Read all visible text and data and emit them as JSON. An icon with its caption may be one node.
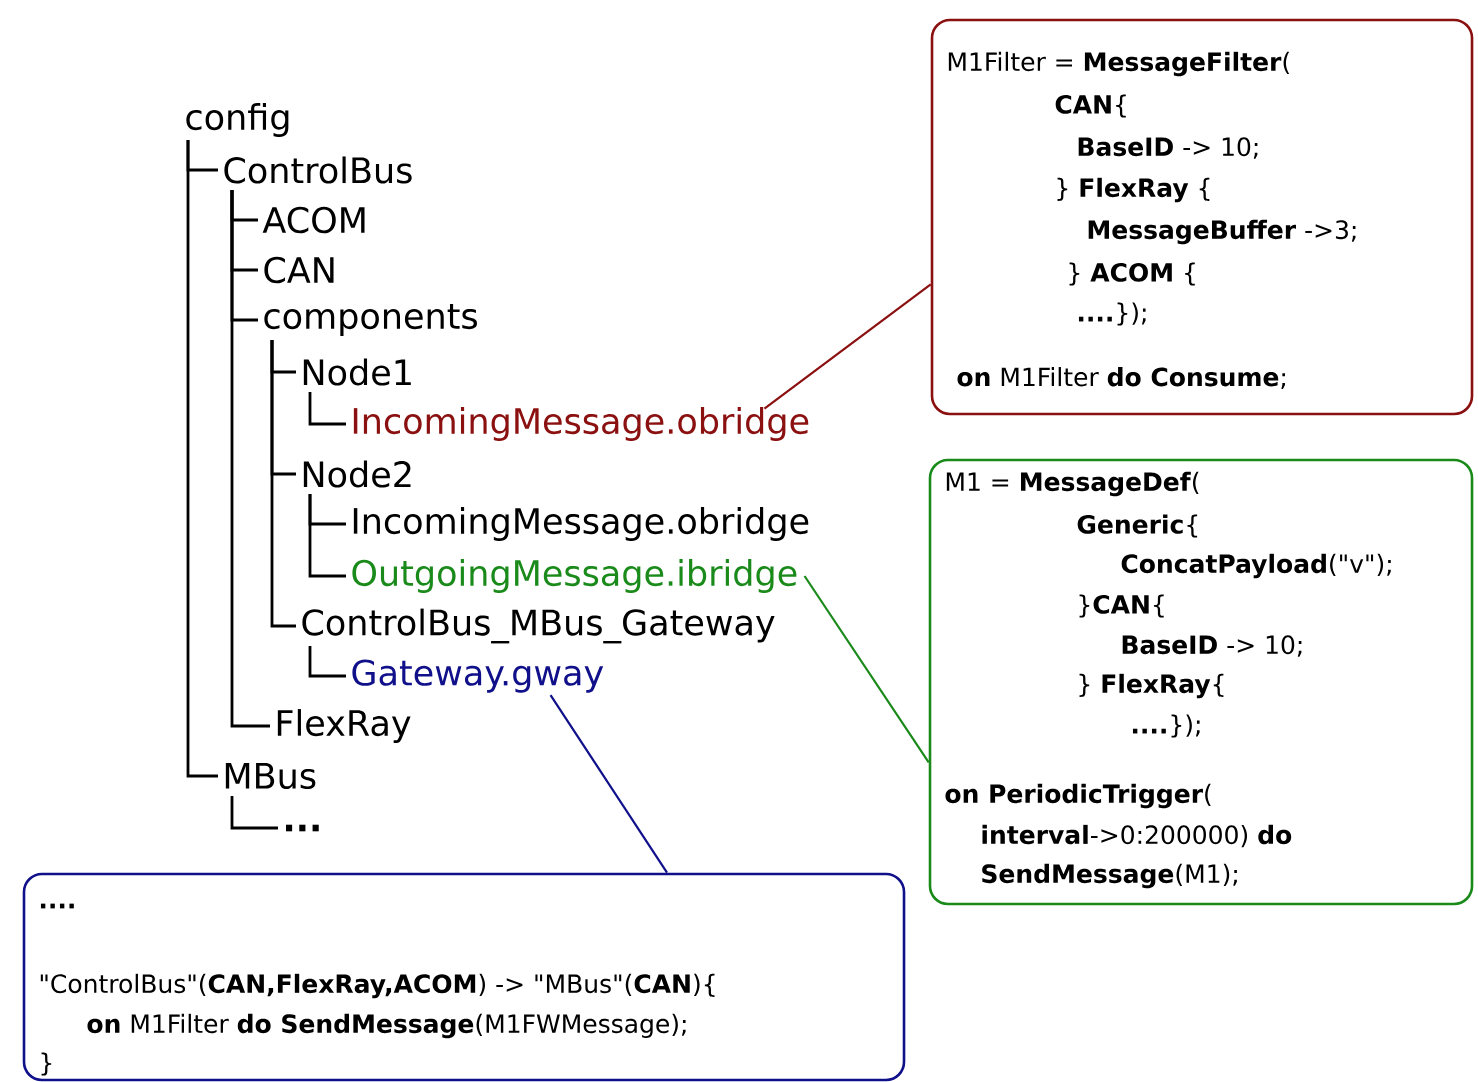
{
  "diagram": {
    "nodes": [
      {
        "text": [
          "config"
        ]
      },
      {
        "text": [
          "ControlBus"
        ]
      },
      {
        "text": [
          "ACOM"
        ]
      },
      {
        "text": [
          "CAN"
        ]
      },
      {
        "text": [
          "components"
        ]
      },
      {
        "text": [
          "Node1"
        ]
      },
      {
        "text": [
          "IncomingMessage.obridge"
        ]
      },
      {
        "text": [
          "Node2"
        ]
      },
      {
        "text": [
          "IncomingMessage.obridge"
        ]
      },
      {
        "text": [
          "OutgoingMessage.ibridge"
        ]
      },
      {
        "text": [
          "ControlBus_MBus_Gateway"
        ]
      },
      {
        "text": [
          "Gateway.gway"
        ]
      },
      {
        "text": [
          "FlexRay"
        ]
      },
      {
        "text": [
          "MBus"
        ]
      },
      {
        "text": [
          "**...**"
        ]
      },
      {
        "text": [
          "M1Filter = **MessageFilter**(",
          "**CAN**{",
          "**BaseID** -> 10;",
          "} **FlexRay** {",
          "**MessageBuffer** ->3;",
          "} **ACOM** {",
          "**....**});",
          "**on** M1Filter **do Consume**;"
        ]
      },
      {
        "text": [
          "M1 = **MessageDef**(",
          "**Generic**{",
          "**ConcatPayload**(\"v\");",
          "}**CAN**{",
          "**BaseID** -> 10;",
          "} **FlexRay**{",
          "**....**});",
          "**on PeriodicTrigger**(",
          "**interval**->0:200000) **do**",
          "**SendMessage**(M1);"
        ]
      },
      {
        "text": [
          "**....**",
          "\"ControlBus\"(**CAN,FlexRay,ACOM**) -> \"MBus\"(**CAN**){",
          "**on** M1Filter **do SendMessage**(M1FWMessage);",
          "}"
        ]
      }
    ],
    "edges": [
      {
        "from": 0,
        "to": 1,
        "arrow": "none"
      },
      {
        "from": 1,
        "to": 2,
        "arrow": "none"
      },
      {
        "from": 1,
        "to": 3,
        "arrow": "none"
      },
      {
        "from": 1,
        "to": 4,
        "arrow": "none"
      },
      {
        "from": 4,
        "to": 5,
        "arrow": "none"
      },
      {
        "from": 5,
        "to": 6,
        "arrow": "none"
      },
      {
        "from": 4,
        "to": 7,
        "arrow": "none"
      },
      {
        "from": 7,
        "to": 8,
        "arrow": "none"
      },
      {
        "from": 7,
        "to": 9,
        "arrow": "none"
      },
      {
        "from": 4,
        "to": 10,
        "arrow": "none"
      },
      {
        "from": 10,
        "to": 11,
        "arrow": "none"
      },
      {
        "from": 1,
        "to": 12,
        "arrow": "none"
      },
      {
        "from": 0,
        "to": 13,
        "arrow": "none"
      },
      {
        "from": 13,
        "to": 14,
        "arrow": "none"
      },
      {
        "from": 6,
        "to": 15,
        "arrow": "none",
        "color": "#8b1010"
      },
      {
        "from": 9,
        "to": 16,
        "arrow": "none",
        "color": "#1a8a1a"
      },
      {
        "from": 11,
        "to": 17,
        "arrow": "none",
        "color": "#10108b"
      }
    ]
  }
}
